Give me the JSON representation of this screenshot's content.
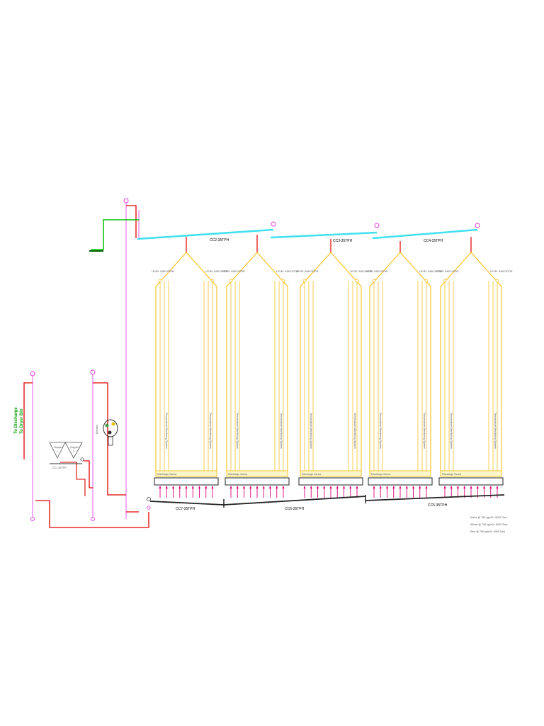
{
  "conveyors": {
    "top_1": "CC2-35TPH",
    "top_2": "CC3-35TPH",
    "top_3": "CC4-35TPH",
    "bottom_1": "CC7-35TPH",
    "bottom_2": "CC6-35TPH",
    "bottom_3": "CC5-35TPH",
    "hopper_conveyor": "CC1-35TPH"
  },
  "silo_labels": {
    "discharge_screw": "Discharge Screw",
    "temperature_left": "Temperature Monitoring System",
    "temperature_right": "Temperature Monitoring System",
    "tag_left": "LEVEL INDICATOR",
    "tag_right": "LEVEL INDICATOR"
  },
  "silo_count": 5,
  "intake": {
    "vertical_text_1": "To Discharge",
    "vertical_text_2": "To Dryer Bin",
    "hopper_left_label": "Hopper",
    "hopper_left_num": "1",
    "hopper_right_label": "Hopper",
    "hopper_right_num": "2",
    "elevator_label": "Elevator"
  },
  "capacity_notes": [
    "Maize @ 750 kg/m3= 5000 Tons",
    "Wheat @ 750 kg/m3= 5000 Tons",
    "Rice @ 750 kg/m3= 4000 Tons"
  ],
  "colors": {
    "top_conveyor": "#40e0f0",
    "silo_frame": "#f5b800",
    "pipe_red": "#e00000",
    "elevator": "#f090f0",
    "feed_green": "#00c000",
    "discharge_arrows": "#e0007a"
  }
}
